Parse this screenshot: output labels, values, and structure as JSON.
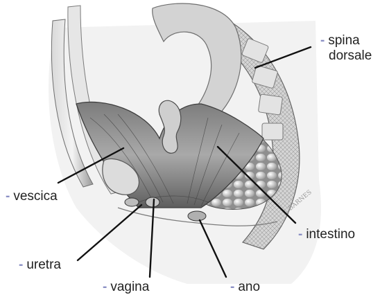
{
  "labels": {
    "spina_dorsale_line1": "spina",
    "spina_dorsale_line2": "dorsale",
    "vescica": "vescica",
    "intestino": "intestino",
    "uretra": "uretra",
    "vagina": "vagina",
    "ano": "ano"
  },
  "dash": "-",
  "signature": "L BARNES",
  "colors": {
    "dash": "#8a8fc4",
    "leader": "#111111",
    "tissue_light": "#e8e8e8",
    "tissue_mid": "#bdbdbd",
    "tissue_dark": "#6e6e6e"
  }
}
